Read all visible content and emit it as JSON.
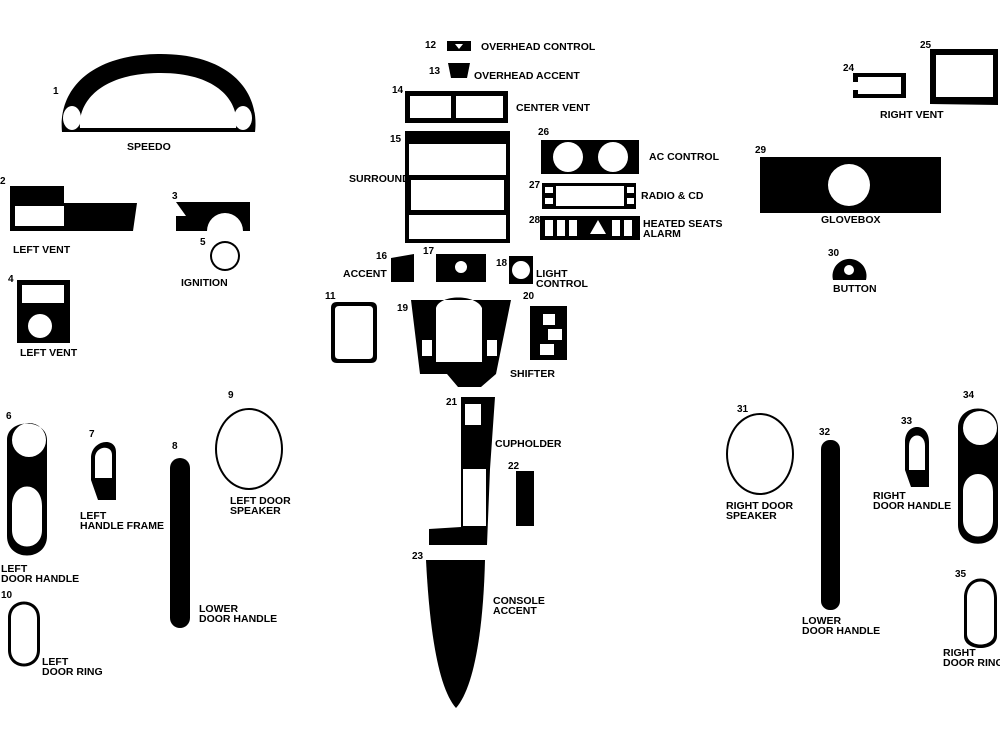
{
  "parts": [
    {
      "number": "1",
      "label": [
        "SPEEDO"
      ]
    },
    {
      "number": "2",
      "label": [
        "LEFT VENT"
      ]
    },
    {
      "number": "3",
      "label": []
    },
    {
      "number": "4",
      "label": [
        "LEFT VENT"
      ]
    },
    {
      "number": "5",
      "label": [
        "IGNITION"
      ]
    },
    {
      "number": "6",
      "label": [
        "LEFT",
        "DOOR HANDLE"
      ]
    },
    {
      "number": "7",
      "label": [
        "LEFT",
        "HANDLE FRAME"
      ]
    },
    {
      "number": "8",
      "label": [
        "LOWER",
        "DOOR HANDLE"
      ]
    },
    {
      "number": "9",
      "label": [
        "LEFT DOOR",
        "SPEAKER"
      ]
    },
    {
      "number": "10",
      "label": [
        "LEFT",
        "DOOR RING"
      ]
    },
    {
      "number": "11",
      "label": []
    },
    {
      "number": "12",
      "label": [
        "OVERHEAD CONTROL"
      ]
    },
    {
      "number": "13",
      "label": [
        "OVERHEAD ACCENT"
      ]
    },
    {
      "number": "14",
      "label": [
        "CENTER VENT"
      ]
    },
    {
      "number": "15",
      "label": [
        "SURROUND"
      ]
    },
    {
      "number": "16",
      "label": [
        "ACCENT"
      ]
    },
    {
      "number": "17",
      "label": []
    },
    {
      "number": "18",
      "label": [
        "LIGHT",
        "CONTROL"
      ]
    },
    {
      "number": "19",
      "label": []
    },
    {
      "number": "20",
      "label": [
        "SHIFTER"
      ]
    },
    {
      "number": "21",
      "label": [
        "CUPHOLDER"
      ]
    },
    {
      "number": "22",
      "label": []
    },
    {
      "number": "23",
      "label": [
        "CONSOLE",
        "ACCENT"
      ]
    },
    {
      "number": "24",
      "label": [
        "RIGHT VENT"
      ]
    },
    {
      "number": "25",
      "label": []
    },
    {
      "number": "26",
      "label": [
        "AC CONTROL"
      ]
    },
    {
      "number": "27",
      "label": [
        "RADIO & CD"
      ]
    },
    {
      "number": "28",
      "label": [
        "HEATED SEATS",
        "ALARM"
      ]
    },
    {
      "number": "29",
      "label": [
        "GLOVEBOX"
      ]
    },
    {
      "number": "30",
      "label": [
        "BUTTON"
      ]
    },
    {
      "number": "31",
      "label": [
        "RIGHT DOOR",
        "SPEAKER"
      ]
    },
    {
      "number": "32",
      "label": [
        "LOWER  DOOR  HANDLE"
      ]
    },
    {
      "number": "33",
      "label": [
        "RIGHT",
        "DOOR HANDLE"
      ]
    },
    {
      "number": "34",
      "label": []
    },
    {
      "number": "35",
      "label": [
        "RIGHT",
        "DOOR RING"
      ]
    }
  ],
  "colors": {
    "piece": "#000000",
    "background": "#ffffff"
  }
}
